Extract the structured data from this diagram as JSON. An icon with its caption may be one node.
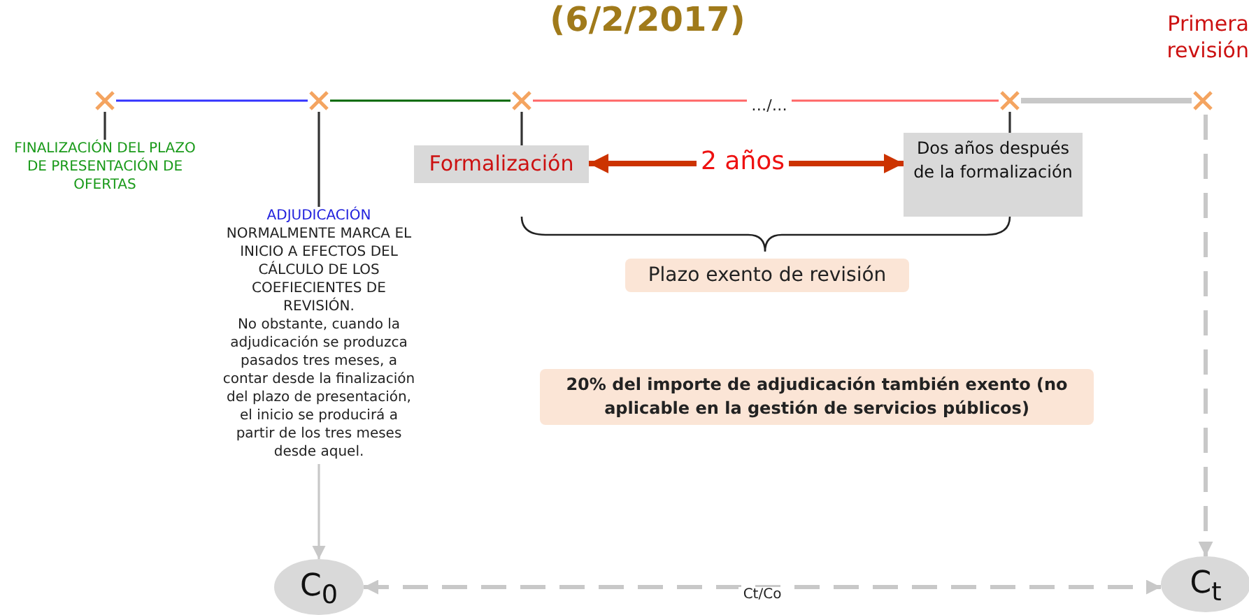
{
  "diagram": {
    "title": "(6/2/2017)",
    "nodes": [
      {
        "text": [],
        "shape": "cross"
      },
      {
        "text": [],
        "shape": "cross"
      },
      {
        "text": [],
        "shape": "cross"
      },
      {
        "text": [],
        "shape": "cross"
      },
      {
        "text": [],
        "shape": "cross",
        "beside": [
          "Primera revisión"
        ]
      },
      {
        "text": [
          "FINALIZACIÓN DEL PLAZO DE PRESENTACIÓN DE OFERTAS"
        ]
      },
      {
        "text": [
          "ADJUDICACIÓN",
          "NORMALMENTE MARCA EL INICIO A EFECTOS DEL CÁLCULO DE LOS COEFIECIENTES DE REVISIÓN.",
          "No obstante, cuando la adjudicación se produzca pasados tres meses, a contar desde la finalización del plazo de presentación, el inicio se producirá a partir de los tres meses desde aquel."
        ]
      },
      {
        "text": [
          "Formalización"
        ]
      },
      {
        "text": [
          "Dos años después de la formalización"
        ]
      },
      {
        "text": [
          "Plazo exento de revisión"
        ]
      },
      {
        "text": [
          "20% del importe de adjudicación también exento (no aplicable en la gestión de servicios públicos)"
        ]
      },
      {
        "text": [
          "C$_{0}$"
        ]
      },
      {
        "text": [
          "C$_{t}$"
        ]
      }
    ],
    "edges": [
      {
        "from": 0,
        "to": 1,
        "arrow": "none",
        "color": "#3333ff"
      },
      {
        "from": 1,
        "to": 2,
        "arrow": "none",
        "color": "#006600"
      },
      {
        "from": 2,
        "to": 3,
        "arrow": "none",
        "color": "#ff6666",
        "label": "…/…"
      },
      {
        "from": 3,
        "to": 4,
        "arrow": "none",
        "color": "#c8c8c8",
        "style": "thick"
      },
      {
        "from": 5,
        "to": 0,
        "arrow": "none",
        "color": "#333333"
      },
      {
        "from": 6,
        "to": 1,
        "arrow": "none",
        "color": "#333333"
      },
      {
        "from": 7,
        "to": 2,
        "arrow": "none",
        "color": "#333333"
      },
      {
        "from": 8,
        "to": 3,
        "arrow": "none",
        "color": "#333333"
      },
      {
        "from": 7,
        "to": 8,
        "arrow": "both",
        "color": "#cc3300",
        "style": "thick",
        "label": "2 años"
      },
      {
        "from": 6,
        "to": 11,
        "arrow": "to",
        "color": "#c8c8c8"
      },
      {
        "from": 4,
        "to": 12,
        "arrow": "to",
        "color": "#c8c8c8",
        "style": "dashed"
      },
      {
        "from": 11,
        "to": 12,
        "arrow": "both",
        "color": "#c8c8c8",
        "style": "dashed",
        "label": "Ct/Co"
      }
    ]
  }
}
